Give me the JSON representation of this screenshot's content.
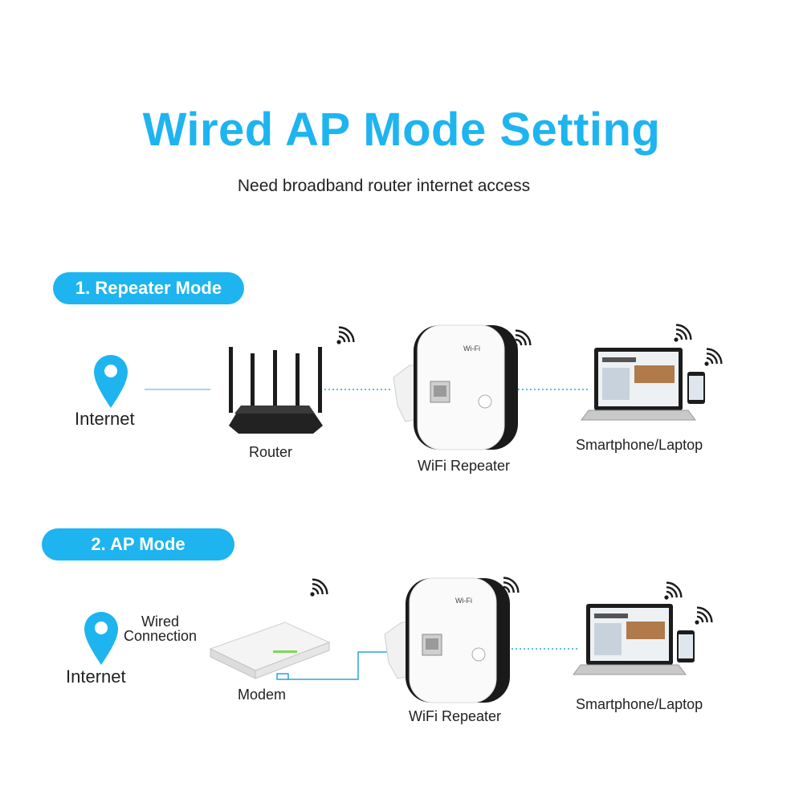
{
  "colors": {
    "accent": "#1eb4f0",
    "line": "#2aa3e0",
    "dark": "#1c1c1c"
  },
  "header": {
    "title": "Wired AP Mode Setting",
    "subtitle": "Need broadband router internet access"
  },
  "modes": [
    {
      "label": "1. Repeater Mode",
      "nodes": {
        "internet": "Internet",
        "router": "Router",
        "repeater": "WiFi Repeater",
        "clients": "Smartphone/Laptop"
      }
    },
    {
      "label": "2. AP Mode",
      "nodes": {
        "internet": "Internet",
        "wired": "Wired\nConnection",
        "modem": "Modem",
        "repeater": "WiFi Repeater",
        "clients": "Smartphone/Laptop"
      }
    }
  ],
  "icons": [
    "location-pin-icon",
    "router-icon",
    "wifi-repeater-icon",
    "laptop-icon",
    "smartphone-icon",
    "modem-icon",
    "wifi-signal-icon"
  ]
}
